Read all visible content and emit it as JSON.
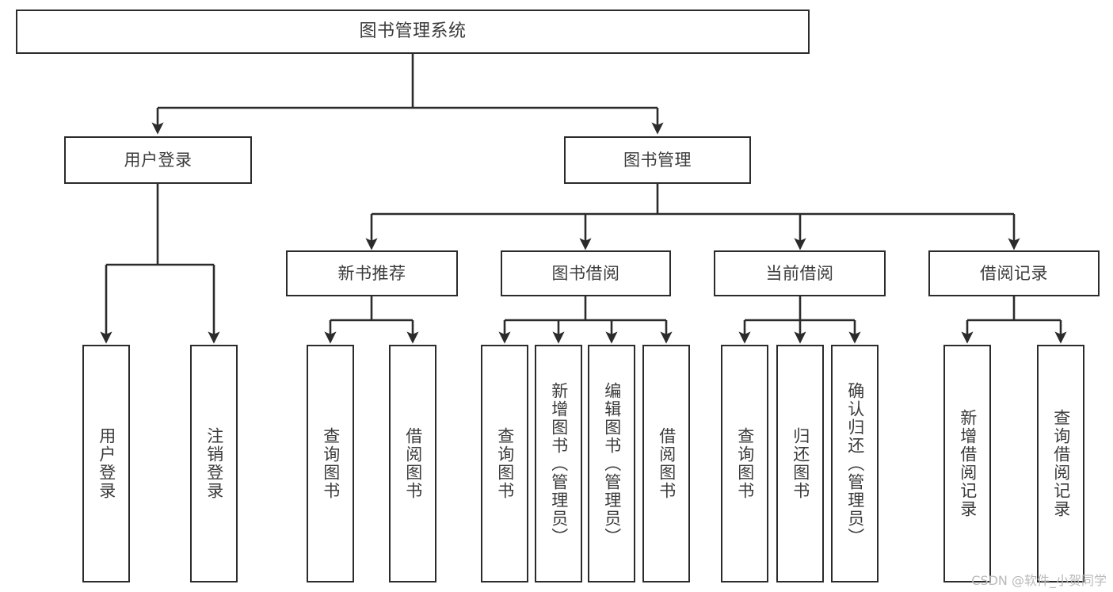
{
  "diagram": {
    "title": "图书管理系统",
    "type": "tree-hierarchy",
    "watermark": "CSDN @软件_小贺同学",
    "colors": {
      "stroke": "#2b2b2b",
      "text": "#3b3b3b",
      "background": "#ffffff",
      "watermark": "#b9b9b9"
    },
    "root": {
      "label": "图书管理系统"
    },
    "level1": [
      {
        "label": "用户登录"
      },
      {
        "label": "图书管理"
      }
    ],
    "level2": [
      {
        "label": "新书推荐"
      },
      {
        "label": "图书借阅"
      },
      {
        "label": "当前借阅"
      },
      {
        "label": "借阅记录"
      }
    ],
    "leaves": {
      "user_login": [
        {
          "label": "用户登录"
        },
        {
          "label": "注销登录"
        }
      ],
      "new_book": [
        {
          "label": "查询图书"
        },
        {
          "label": "借阅图书"
        }
      ],
      "book_borrow": [
        {
          "label": "查询图书"
        },
        {
          "label": "新增图书（管理员）"
        },
        {
          "label": "编辑图书（管理员）"
        },
        {
          "label": "借阅图书"
        }
      ],
      "current_borrow": [
        {
          "label": "查询图书"
        },
        {
          "label": "归还图书"
        },
        {
          "label": "确认归还（管理员）"
        }
      ],
      "borrow_record": [
        {
          "label": "新增借阅记录"
        },
        {
          "label": "查询借阅记录"
        }
      ]
    }
  }
}
